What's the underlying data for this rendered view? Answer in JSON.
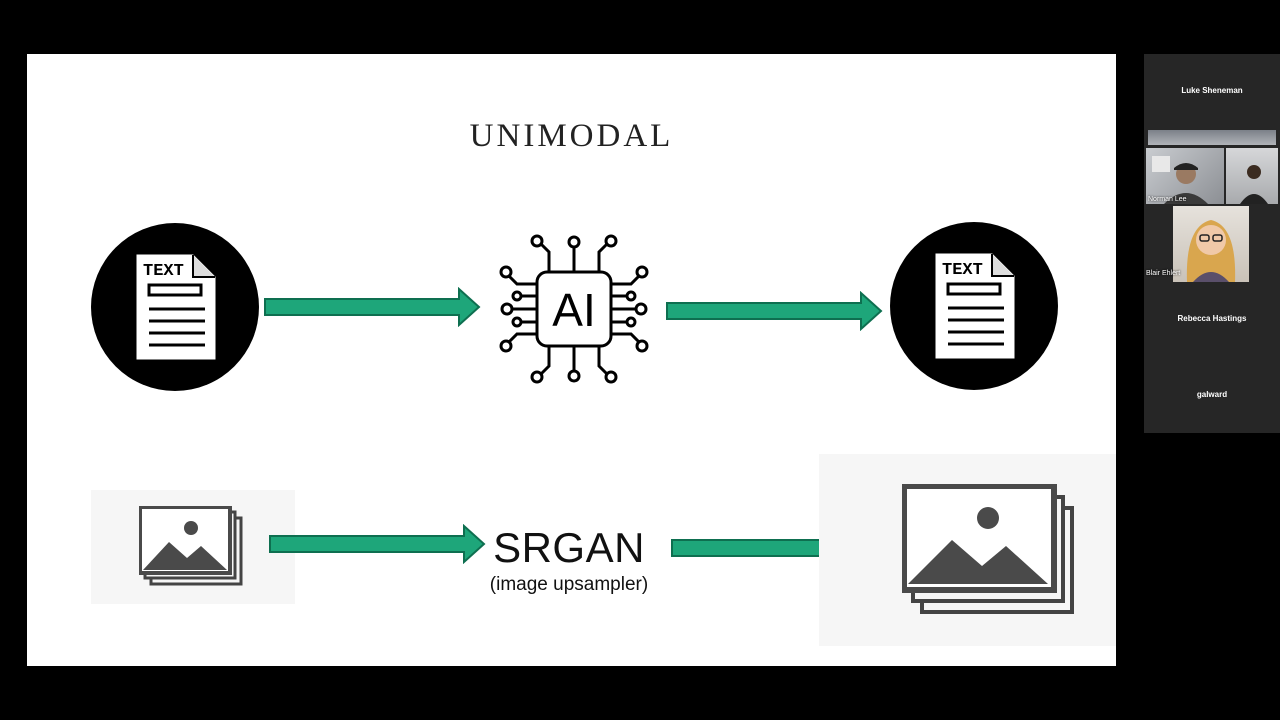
{
  "slide": {
    "title": "UNIMODAL",
    "rows": [
      {
        "input": "TEXT",
        "model": "AI",
        "output": "TEXT"
      }
    ],
    "srgan": {
      "label": "SRGAN",
      "sublabel": "(image upsampler)"
    }
  },
  "participants": {
    "top_name": "Luke Sheneman",
    "video_tiles": [
      {
        "name": "Norman Lee"
      },
      {
        "name": ""
      },
      {
        "name": "Blair Ehlert"
      }
    ],
    "name_tiles": [
      "Rebecca Hastings",
      "galward"
    ]
  },
  "colors": {
    "arrow": "#1ea67a",
    "arrow_stroke": "#0e6f50",
    "panel_bg": "#262626"
  }
}
